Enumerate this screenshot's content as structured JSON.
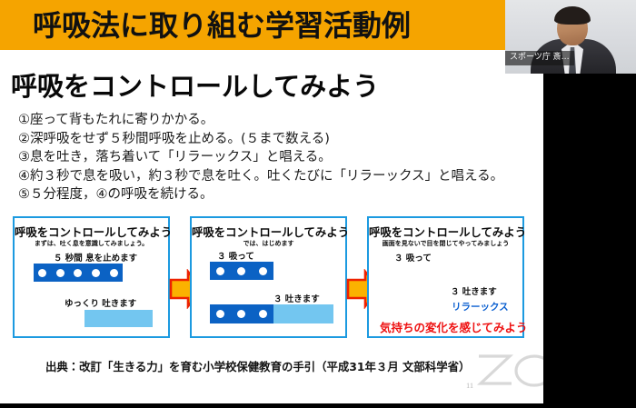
{
  "meeting": {
    "watermark": "zoom",
    "participant": {
      "name_label": "スポーツ庁 斎…"
    }
  },
  "slide": {
    "banner_title": "呼吸法に取り組む学習活動例",
    "heading": "呼吸をコントロールしてみよう",
    "steps": [
      "①座って背もたれに寄りかかる。",
      "②深呼吸をせず５秒間呼吸を止める。(５まで数える)",
      "③息を吐き，落ち着いて「リラーックス」と唱える。",
      "④約３秒で息を吸い，約３秒で息を吐く。吐くたびに「リラーックス」と唱える。",
      "⑤５分程度，④の呼吸を続ける。"
    ],
    "panels": [
      {
        "title": "呼吸をコントロールしてみよう",
        "subtitle": "まずは、吐く息を意識してみましょう。",
        "inhale_label": "５ 秒間 息を止めます",
        "inhale_dots": 5,
        "exhale_label": "ゆっくり 吐きます"
      },
      {
        "title": "呼吸をコントロールしてみよう",
        "subtitle": "では、はじめます",
        "inhale_label": "３ 吸って",
        "inhale_dots": 3,
        "exhale_label": "３ 吐きます",
        "exhale_dots": 3
      },
      {
        "title": "呼吸をコントロールしてみよう",
        "subtitle": "画面を見ないで目を閉じてやってみましょう",
        "inhale_label": "３ 吸って",
        "exhale_label": "３ 吐きます",
        "relax_label": "リラーックス",
        "feel_label": "気持ちの変化を感じてみよう"
      }
    ],
    "citation": "出典：改訂「生きる力」を育む小学校保健教育の手引（平成31年３月 文部科学省）",
    "page_number": "11"
  },
  "colors": {
    "banner_orange": "#f5a400",
    "panel_border_blue": "#1c9ae0",
    "dotbar_blue": "#0b62c4",
    "lightbar_blue": "#73c6f0",
    "arrow_fill": "#fbb200",
    "arrow_stroke": "#ee2200",
    "relax_blue": "#0a5fd0",
    "feel_red": "#ee1111"
  }
}
